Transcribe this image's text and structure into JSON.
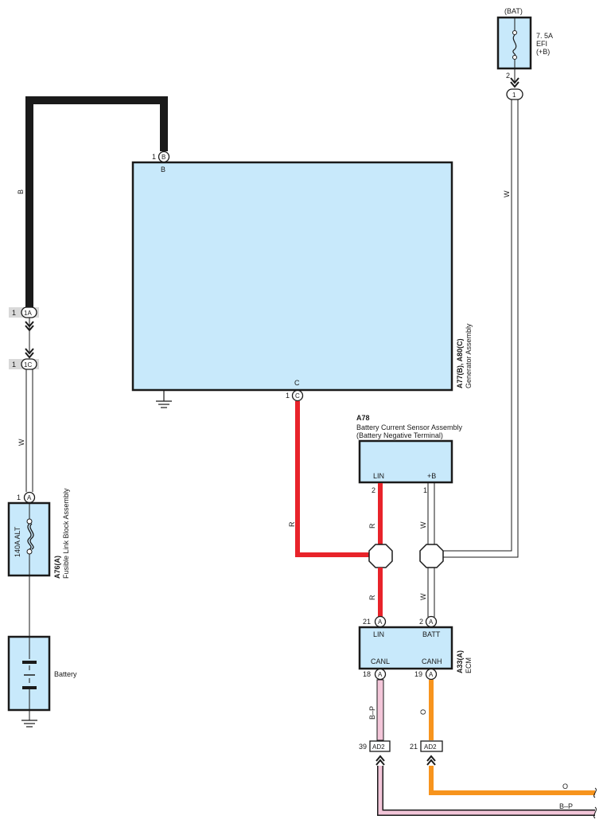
{
  "bat_label": "(BAT)",
  "efi_fuse": {
    "rating": "7. 5A",
    "name": "EFI",
    "circuit": "(+B)",
    "pin_top": "2",
    "connector_pin": "1"
  },
  "generator": {
    "pin_b_num": "1",
    "pin_b": "B",
    "pin_b_inner": "B",
    "pin_c_num": "1",
    "pin_c": "C",
    "pin_c_inner": "C",
    "id": "A77(B), A80(C)",
    "name": "Generator Assembly"
  },
  "junction_1a": {
    "num": "1",
    "label": "1A"
  },
  "junction_1c": {
    "num": "1",
    "label": "1C"
  },
  "fusible_link": {
    "pin_num": "1",
    "pin": "A",
    "rating": "140A ALT",
    "id": "A76(A)",
    "name": "Fusible Link Block Assembly"
  },
  "battery": {
    "name": "Battery"
  },
  "sensor": {
    "id": "A78",
    "name": "Battery Current Sensor Assembly",
    "sub": "(Battery Negative Terminal)",
    "pin_lin": "LIN",
    "pin_b": "+B",
    "lin_num": "2",
    "b_num": "1"
  },
  "ecm": {
    "id": "A33(A)",
    "name": "ECM",
    "lin": "LIN",
    "batt": "BATT",
    "canl": "CANL",
    "canh": "CANH",
    "lin_num": "21",
    "batt_num": "2",
    "canl_num": "18",
    "canh_num": "19",
    "pin": "A"
  },
  "ad2_left": {
    "num": "39",
    "label": "AD2"
  },
  "ad2_right": {
    "num": "21",
    "label": "AD2"
  },
  "wire_colors": {
    "b": "B",
    "w": "W",
    "r": "R",
    "bp": "B–P",
    "o": "O"
  },
  "colors": {
    "black": "#1a1a1a",
    "red": "#e8232a",
    "orange": "#f7941d",
    "pink": "#f3c6d9",
    "box": "#c8e9fb"
  }
}
